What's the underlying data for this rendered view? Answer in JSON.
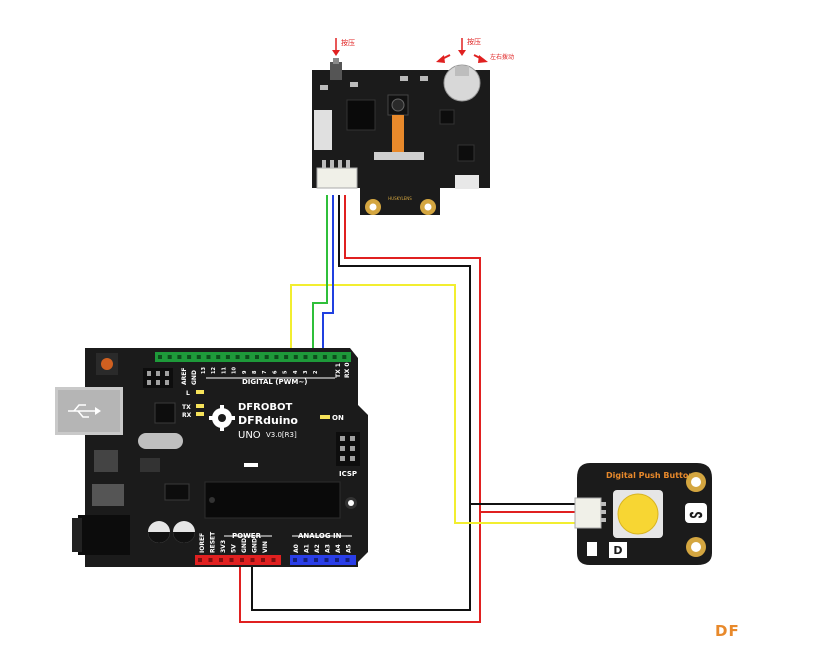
{
  "annotations": {
    "press_left": "按压",
    "press_right": "按压",
    "toggle": "左右拨动"
  },
  "huskylens": {
    "label": "HUSKYLENS"
  },
  "arduino": {
    "brand": "DFROBOT",
    "name": "DFRduino",
    "model": "UNO",
    "version": "V3.0[R3]",
    "digital_label": "DIGITAL (PWM~)",
    "power_label": "POWER",
    "analog_label": "ANALOG IN",
    "icsp_label": "ICSP",
    "on_label": "ON",
    "l_label": "L",
    "tx_label": "TX",
    "rx_label": "RX",
    "aref_label": "AREF",
    "gnd_label": "GND",
    "tx1_label": "TX 1",
    "rx0_label": "RX 0",
    "digital_pins": [
      "13",
      "12",
      "11",
      "10",
      "9",
      "8",
      "7",
      "6",
      "5",
      "4",
      "3",
      "2"
    ],
    "power_pins": [
      "IOREF",
      "RESET",
      "3V3",
      "5V",
      "GND",
      "GND",
      "VIN"
    ],
    "analog_pins": [
      "A0",
      "A1",
      "A2",
      "A3",
      "A4",
      "A5"
    ]
  },
  "button_module": {
    "title": "Digital Push Button",
    "d_label": "D"
  },
  "footer": {
    "brand": "DF"
  },
  "colors": {
    "board": "#1b1b1b",
    "wire_red": "#e02020",
    "wire_black": "#111111",
    "wire_yellow": "#f2ee30",
    "wire_green": "#2fbf3a",
    "wire_blue": "#2040e0",
    "header_green": "#1e9a3a",
    "header_red": "#e02020",
    "header_blue": "#2a3ee8",
    "button_yellow": "#f7d633",
    "gold": "#d4a640",
    "accent_orange": "#e8892b"
  }
}
